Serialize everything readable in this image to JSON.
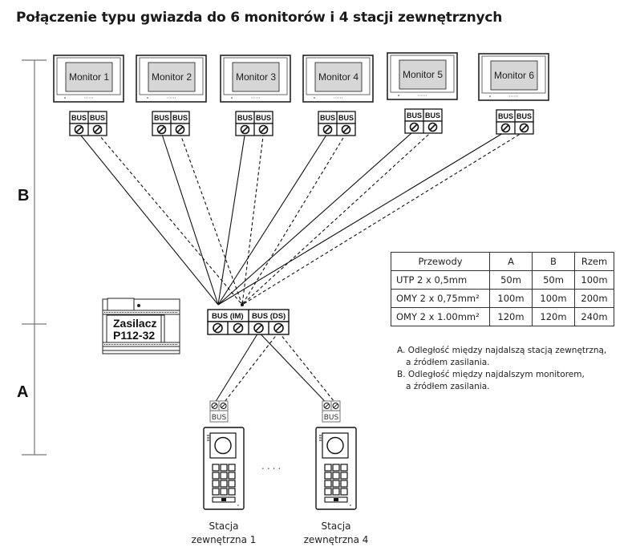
{
  "title": "Połączenie typu gwiazda do 6 monitorów i 4 stacji zewnętrznych",
  "dimension_labels": {
    "B": "B",
    "A": "A"
  },
  "monitors": [
    {
      "label": "Monitor 1",
      "bus_labels": [
        "BUS",
        "BUS"
      ]
    },
    {
      "label": "Monitor 2",
      "bus_labels": [
        "BUS",
        "BUS"
      ]
    },
    {
      "label": "Monitor 3",
      "bus_labels": [
        "BUS",
        "BUS"
      ]
    },
    {
      "label": "Monitor 4",
      "bus_labels": [
        "BUS",
        "BUS"
      ]
    },
    {
      "label": "Monitor 5",
      "bus_labels": [
        "BUS",
        "BUS"
      ]
    },
    {
      "label": "Monitor 6",
      "bus_labels": [
        "BUS",
        "BUS"
      ]
    }
  ],
  "power_supply": {
    "line1": "Zasilacz",
    "line2": "P112-32"
  },
  "hub": {
    "left_label": "BUS (IM)",
    "right_label": "BUS (DS)"
  },
  "stations": [
    {
      "bus_label": "BUS",
      "name_line1": "Stacja",
      "name_line2": "zewnętrzna 1"
    },
    {
      "bus_label": "BUS",
      "name_line1": "Stacja",
      "name_line2": "zewnętrzna 4"
    }
  ],
  "ellipsis": "....",
  "cable_table": {
    "headers": [
      "Przewody",
      "A",
      "B",
      "Rzem"
    ],
    "rows": [
      [
        "UTP 2 x 0,5mm",
        "50m",
        "50m",
        "100m"
      ],
      [
        "OMY 2 x 0,75mm²",
        "100m",
        "100m",
        "200m"
      ],
      [
        "OMY 2 x 1.00mm²",
        "120m",
        "120m",
        "240m"
      ]
    ]
  },
  "notes": {
    "a_line1": "A. Odległość między najdalszą stacją zewnętrzną,",
    "a_line2": "a źródłem zasilania.",
    "b_line1": "B. Odległość między najdalszym monitorem,",
    "b_line2": "a źródłem zasilania."
  }
}
